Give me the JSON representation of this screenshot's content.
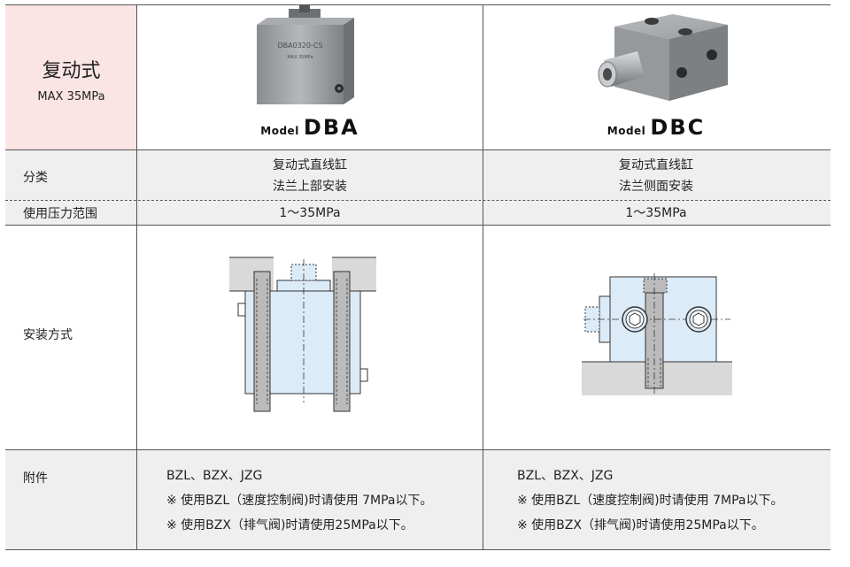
{
  "header": {
    "type_title": "复动式",
    "type_subtitle": "MAX 35MPa"
  },
  "models": [
    {
      "prefix": "Model",
      "name": "DBA"
    },
    {
      "prefix": "Model",
      "name": "DBC"
    }
  ],
  "rows": {
    "category": {
      "label": "分类",
      "values": [
        {
          "line1": "复动式直线缸",
          "line2": "法兰上部安装"
        },
        {
          "line1": "复动式直线缸",
          "line2": "法兰侧面安装"
        }
      ]
    },
    "pressure": {
      "label": "使用压力范围",
      "values": [
        "1～35MPa",
        "1～35MPa"
      ]
    },
    "mounting": {
      "label": "安装方式"
    },
    "accessories": {
      "label": "附件",
      "values": [
        {
          "line1": "BZL、BZX、JZG",
          "line2": "※ 使用BZL（速度控制阀)时请使用 7MPa以下。",
          "line3": "※ 使用BZX（排气阀)时请使用25MPa以下。"
        },
        {
          "line1": "BZL、BZX、JZG",
          "line2": "※ 使用BZL（速度控制阀)时请使用 7MPa以下。",
          "line3": "※ 使用BZX（排气阀)时请使用25MPa以下。"
        }
      ]
    }
  },
  "colors": {
    "header_bg": "#fbe4e4",
    "row_bg": "#efefef",
    "cylinder_fill": "#dcebf8",
    "base_fill": "#d9d9d9"
  },
  "product_labels": {
    "dba_engraving": "DBA0320-CS"
  }
}
